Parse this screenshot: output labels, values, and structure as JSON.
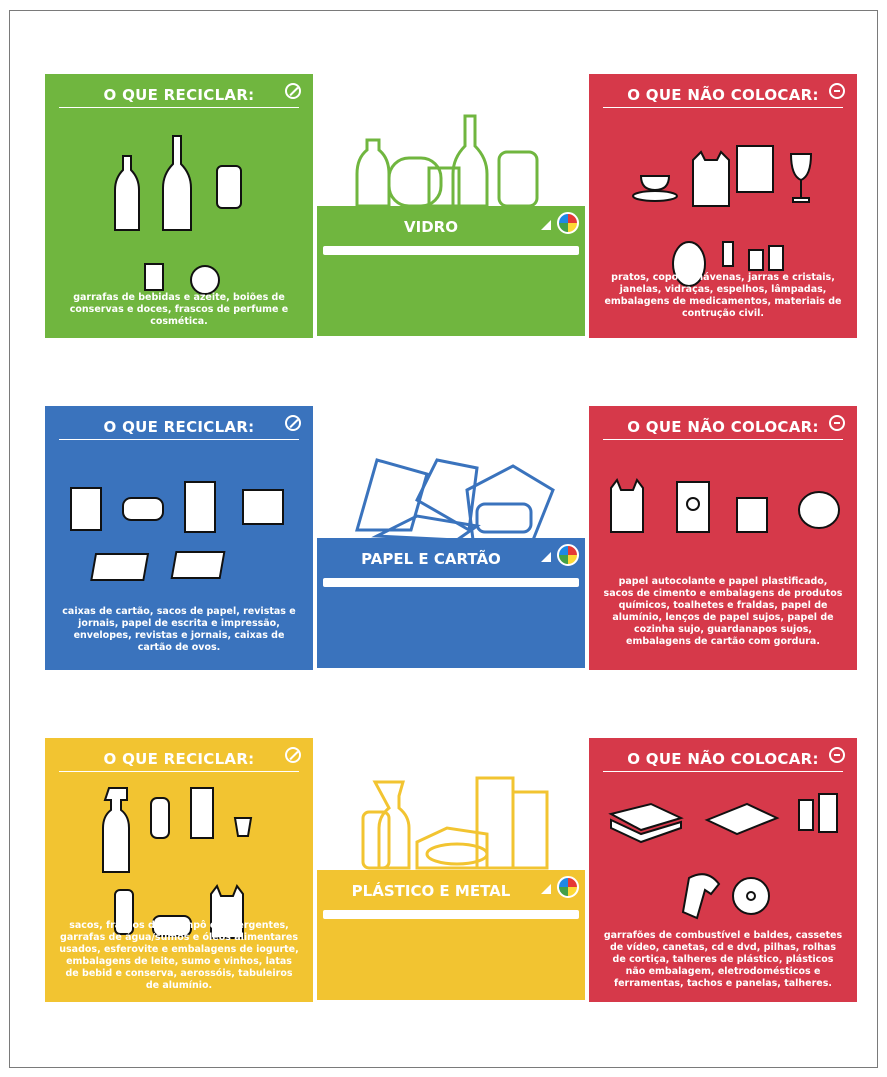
{
  "colors": {
    "glass": "#70b63f",
    "paper": "#3a73bd",
    "plastic": "#f2c431",
    "dont": "#d6394a"
  },
  "rows": [
    {
      "recycle": {
        "title": "O QUE RECICLAR:",
        "description": "garrafas de bebidas e azeite, boiões de conservas e doces, frascos de perfume e cosmética."
      },
      "bin": {
        "label": "VIDRO"
      },
      "dont": {
        "title": "O QUE  NÃO COLOCAR:",
        "description": "pratos, copos, chávenas, jarras e cristais, janelas, vidraças, espelhos, lâmpadas, embalagens de medicamentos, materiais de contrução civil."
      }
    },
    {
      "recycle": {
        "title": "O QUE RECICLAR:",
        "description": "caixas de cartão, sacos de papel, revistas e jornais, papel de escrita e impressão, envelopes, revistas e jornais, caixas de cartão de ovos."
      },
      "bin": {
        "label": "PAPEL E CARTÃO"
      },
      "dont": {
        "title": "O QUE  NÃO COLOCAR:",
        "description": "papel autocolante e papel plastificado, sacos de cimento e embalagens de produtos químicos, toalhetes e fraldas, papel de alumínio, lenços de papel sujos, papel de cozinha sujo, guardanapos sujos, embalagens de cartão com gordura."
      }
    },
    {
      "recycle": {
        "title": "O QUE RECICLAR:",
        "description": "sacos, frascos de champô e detergentes, garrafas de água/sumos e óleos alimentares usados, esferovite e embalagens de iogurte, embalagens de leite, sumo e vinhos, latas de bebid e conserva, aerossóis, tabuleiros de alumínio."
      },
      "bin": {
        "label": "PLÁSTICO E METAL"
      },
      "dont": {
        "title": "O QUE  NÃO COLOCAR:",
        "description": "garrafões de combustível e baldes, cassetes de vídeo, canetas, cd e dvd, pilhas, rolhas de cortiça, talheres de plástico, plásticos não embalagem, eletrodomésticos e ferramentas, tachos e panelas, talheres."
      }
    }
  ]
}
